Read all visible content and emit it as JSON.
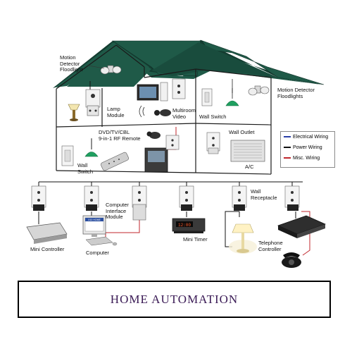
{
  "labels": {
    "motion_detector_left": "Motion\nDetector\nFloodlight",
    "motion_detector_right": "Motion Detector\nFloodlights",
    "lamp_module": "Lamp\nModule",
    "multiroom_video": "Multiroom\nVideo",
    "wall_switch_upper": "Wall Switch",
    "rf_remote": "DVD/TV/CBL\n9-in-1 RF Remote",
    "wall_switch_lower": "Wall\nSwitch",
    "wall_outlet": "Wall Outlet",
    "ac": "A/C",
    "computer_interface_module": "Computer\nInterface\nModule",
    "wall_receptacle": "Wall\nReceptacle",
    "mini_controller": "Mini Controller",
    "computer": "Computer",
    "mini_timer": "Mini Timer",
    "telephone_controller": "Telephone\nController"
  },
  "legend": {
    "items": [
      {
        "label": "Electrical Wiring",
        "color": "#2a3fa8"
      },
      {
        "label": "Power Wiring",
        "color": "#111111"
      },
      {
        "label": "Misc. Wiring",
        "color": "#c0272d"
      }
    ]
  },
  "colors": {
    "roof": "#1f5a48",
    "roof_dark": "#143d31",
    "wall_line": "#1a1a1a",
    "lamp_shade": "#1fa060"
  },
  "screens": {
    "computer_screen_text": "X10 HOME",
    "timer_display": "12:00"
  },
  "title": "HOME AUTOMATION"
}
